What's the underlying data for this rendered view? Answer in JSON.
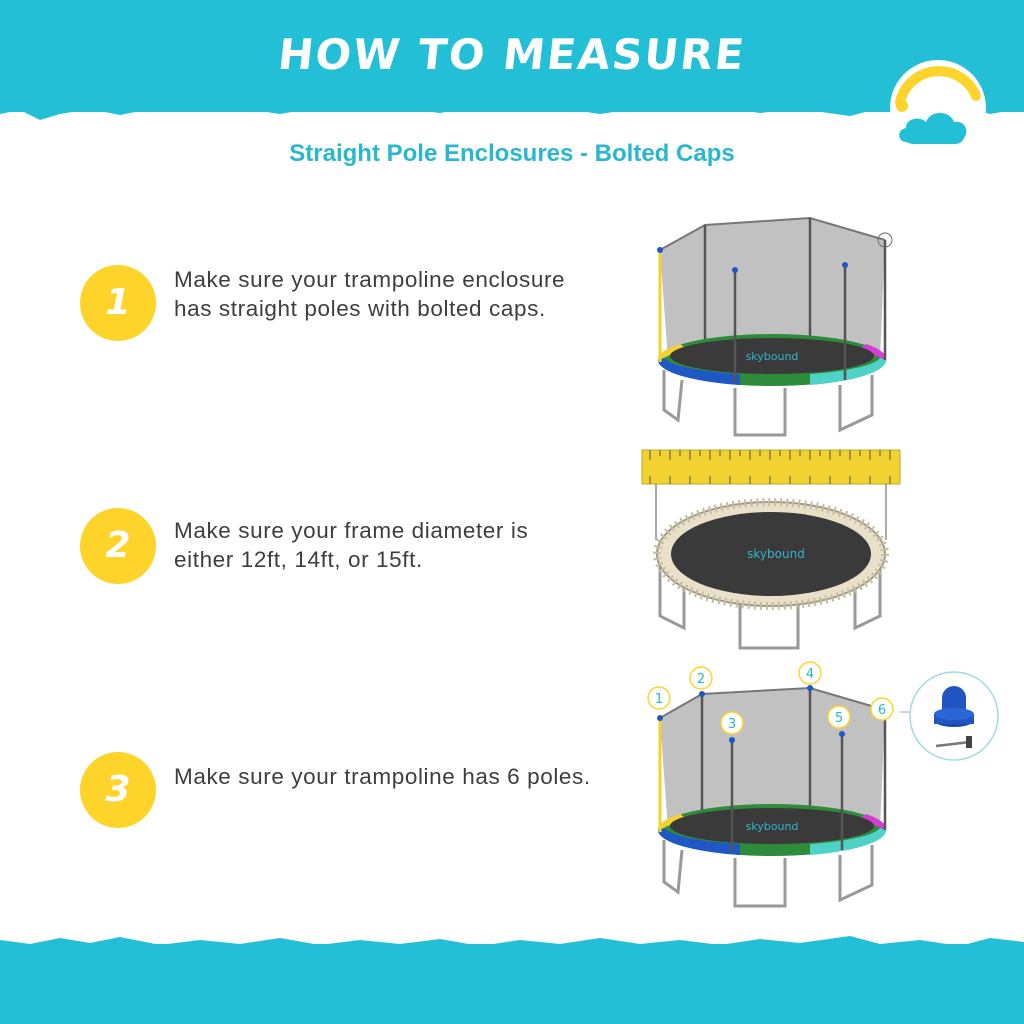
{
  "header": {
    "title": "HOW TO MEASURE"
  },
  "subtitle": "Straight Pole Enclosures - Bolted Caps",
  "steps": [
    {
      "number": "1",
      "text": "Make sure your trampoline enclosure has straight poles with bolted caps."
    },
    {
      "number": "2",
      "text": "Make sure your frame diameter is either 12ft, 14ft, or 15ft."
    },
    {
      "number": "3",
      "text": "Make sure your trampoline has 6 poles."
    }
  ],
  "brand_mark": "skybound",
  "pole_labels": [
    "1",
    "2",
    "3",
    "4",
    "5",
    "6"
  ],
  "colors": {
    "banner": "#22bfd6",
    "subtitle": "#27b7cf",
    "badge": "#ffd42a",
    "body_text": "#3e3e3e",
    "ruler": "#f2d230",
    "cap": "#1f56c4"
  }
}
